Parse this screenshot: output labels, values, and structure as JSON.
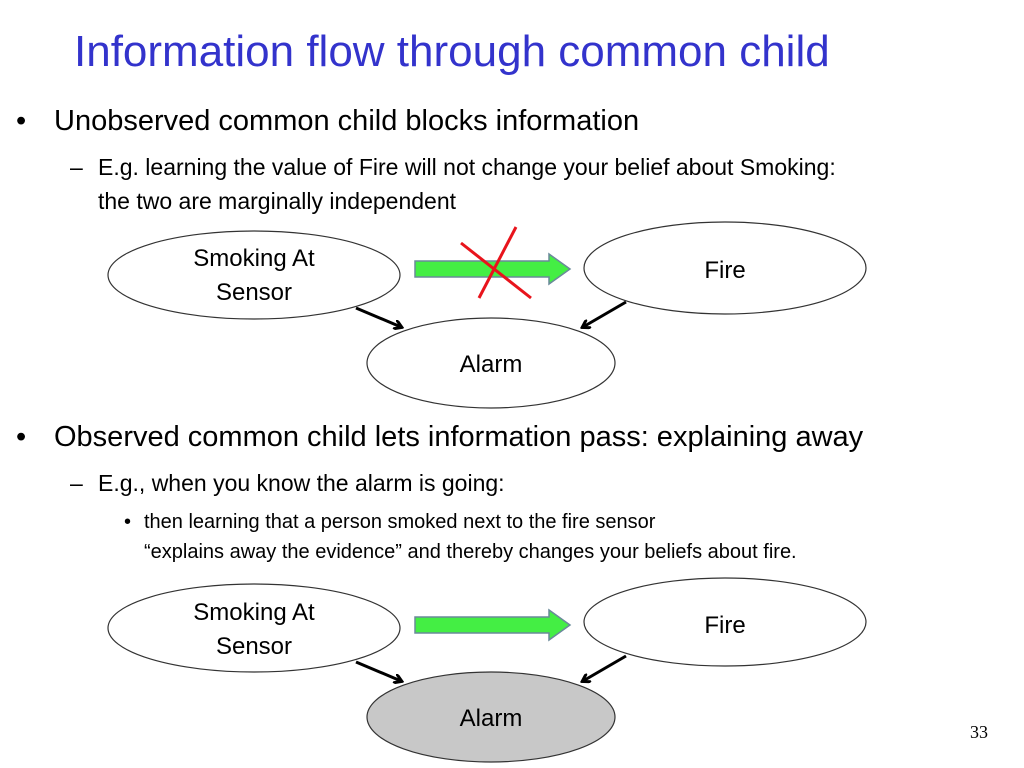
{
  "slide": {
    "title": "Information flow through common child",
    "number": "33"
  },
  "section1": {
    "bullet": "Unobserved common child blocks information",
    "sub_bullet_line1": "E.g. learning the value of Fire will not change your belief about Smoking:",
    "sub_bullet_line2": "the two are marginally independent",
    "diagram": {
      "node_smoking_line1": "Smoking At",
      "node_smoking_line2": "Sensor",
      "node_fire": "Fire",
      "node_alarm": "Alarm",
      "alarm_observed": false,
      "flow_blocked": true
    }
  },
  "section2": {
    "bullet": "Observed common child lets information pass: explaining away",
    "sub_bullet": "E.g., when you know the alarm is going:",
    "sub_sub_bullet_line1": "then learning that a person smoked next to the fire sensor",
    "sub_sub_bullet_line2": "“explains away the evidence” and thereby changes your beliefs about fire.",
    "diagram": {
      "node_smoking_line1": "Smoking At",
      "node_smoking_line2": "Sensor",
      "node_fire": "Fire",
      "node_alarm": "Alarm",
      "alarm_observed": true,
      "flow_blocked": false
    }
  },
  "colors": {
    "title": "#3333cc",
    "flow_arrow": "#44ee44",
    "block_cross": "#e8141c",
    "observed_node": "#c8c8c8"
  },
  "icons": {
    "bullet_level1": "bullet-dot-icon",
    "bullet_level2": "en-dash-icon",
    "bullet_level3": "small-bullet-dot-icon",
    "flow_arrow": "green-arrow-icon",
    "block_cross": "red-cross-icon"
  }
}
